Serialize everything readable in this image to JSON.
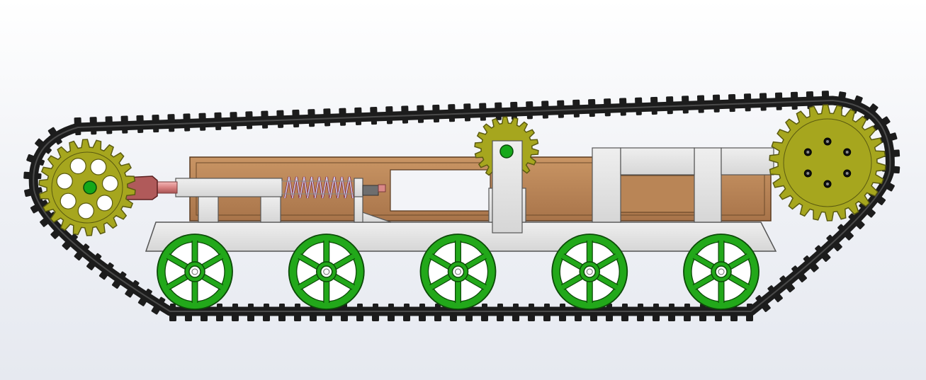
{
  "colors": {
    "background_top": "#ffffff",
    "background_bottom": "#e6e9f0",
    "track": "#1c1c1c",
    "track_inner": "#3a3a3a",
    "sprocket": "#a6a61e",
    "sprocket_edge": "#5a5a10",
    "road_wheel": "#22a81a",
    "road_wheel_edge": "#0c4a08",
    "frame": "#e3e3e3",
    "frame_edge": "#555555",
    "wood": "#b98556",
    "wood_edge": "#5a3b20",
    "piston": "#b55a5a",
    "rod": "#e59a9a",
    "spring": "#c8c8e6",
    "pin": "#16a81a",
    "bolt": "#222222"
  },
  "components": {
    "front_idler": {
      "name": "front-idler-sprocket",
      "holes": 7
    },
    "rear_drive": {
      "name": "rear-drive-sprocket",
      "bolts": 6
    },
    "top_idler": {
      "name": "tension-idler-gear"
    },
    "road_wheels": {
      "count": 5,
      "spokes": 6
    },
    "spring": {
      "coils": 9
    }
  }
}
